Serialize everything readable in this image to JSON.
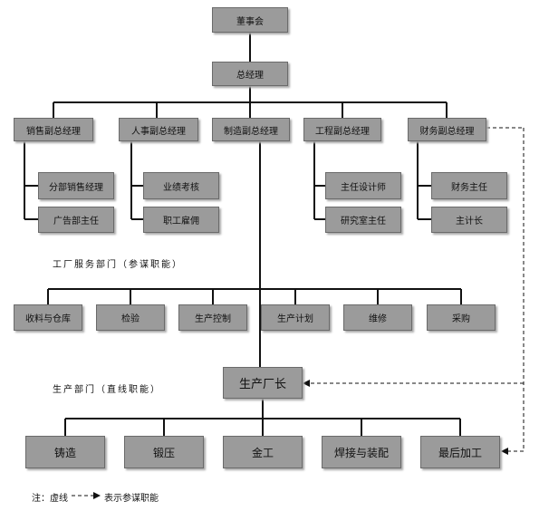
{
  "top": {
    "board": "董事会",
    "gm": "总经理"
  },
  "vps": [
    {
      "label": "销售副总经理",
      "subs": [
        "分部销售经理",
        "广告部主任"
      ]
    },
    {
      "label": "人事副总经理",
      "subs": [
        "业绩考核",
        "职工雇佣"
      ]
    },
    {
      "label": "制造副总经理",
      "subs": []
    },
    {
      "label": "工程副总经理",
      "subs": [
        "主任设计师",
        "研究室主任"
      ]
    },
    {
      "label": "财务副总经理",
      "subs": [
        "财务主任",
        "主计长"
      ]
    }
  ],
  "service_caption": "工厂服务部门（参谋职能）",
  "service_depts": [
    "收料与仓库",
    "检验",
    "生产控制",
    "生产计划",
    "维修",
    "采购"
  ],
  "production_caption": "生产部门（直线职能）",
  "plant_manager": "生产厂长",
  "production_depts": [
    "铸造",
    "锻压",
    "金工",
    "焊接与装配",
    "最后加工"
  ],
  "note": {
    "prefix": "注：虚线",
    "suffix": "表示参谋职能"
  }
}
